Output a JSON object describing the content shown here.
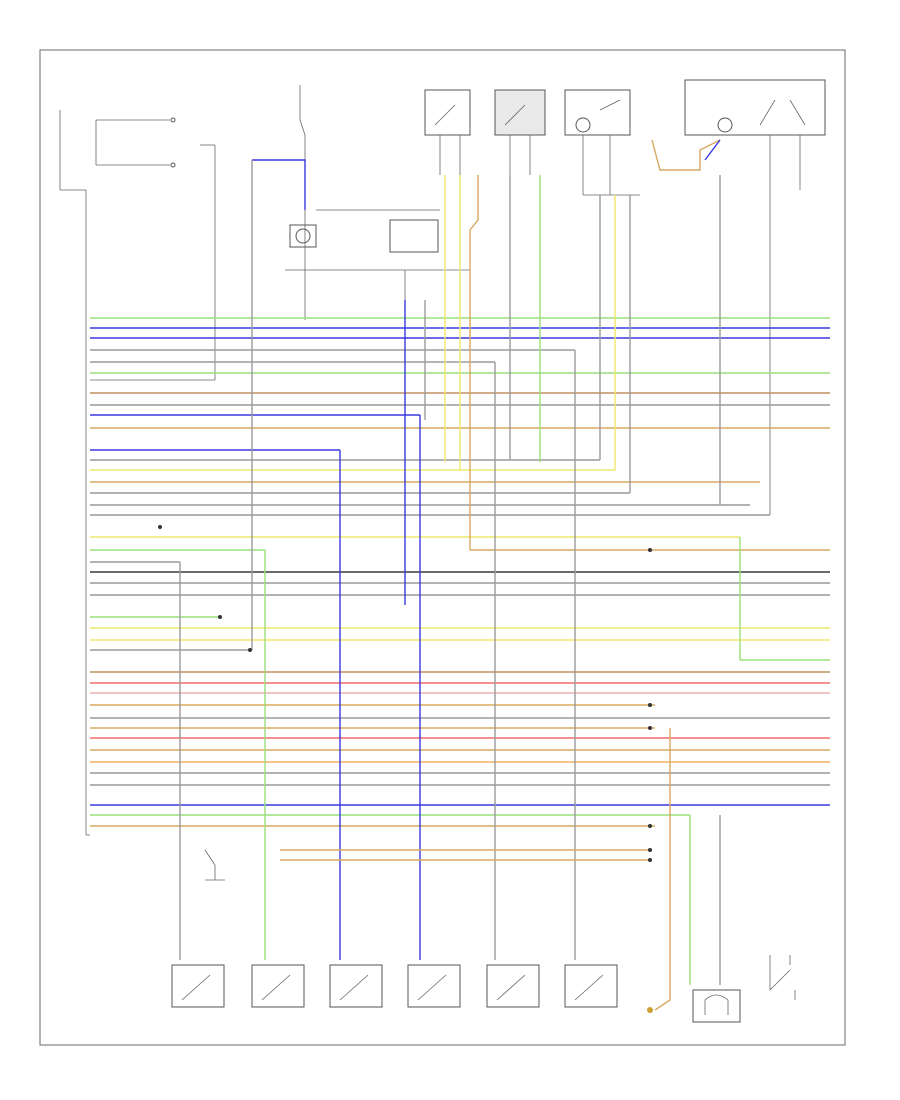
{
  "diagram": {
    "page_label": "",
    "colors": {
      "black": "#3a3a3a",
      "blue": "#3a3adf",
      "green": "#9adf7a",
      "yellow": "#efe86a",
      "grey": "#9a9a9a",
      "tan": "#d8a860",
      "brown": "#c09060",
      "red": "#ef6a6a",
      "pink": "#efb0b0",
      "purple": "#7a5acf",
      "orange": "#efb060"
    },
    "components": [
      {
        "id": "power-door-lock-switch-top-right",
        "icon": "switch-icon"
      },
      {
        "id": "driver-door-lock-switch-top-left",
        "icon": "switch-icon"
      },
      {
        "id": "door-lock-switch-top-middle",
        "icon": "switch-icon"
      },
      {
        "id": "door-lock-motor-top-right",
        "icon": "motor-icon"
      },
      {
        "id": "power-door-lock-switch-right-motor",
        "icon": "motor-icon"
      },
      {
        "id": "ignition-switch-top",
        "icon": "switch-icon"
      },
      {
        "id": "bottom-switch-1",
        "icon": "switch-icon"
      },
      {
        "id": "bottom-switch-2",
        "icon": "switch-icon"
      },
      {
        "id": "bottom-switch-3",
        "icon": "switch-icon"
      },
      {
        "id": "bottom-switch-4",
        "icon": "switch-icon"
      },
      {
        "id": "bottom-switch-5",
        "icon": "switch-icon"
      },
      {
        "id": "bottom-switch-6",
        "icon": "switch-icon"
      },
      {
        "id": "bottom-ground-connector",
        "icon": "ground-icon"
      },
      {
        "id": "bottom-lock-solenoid",
        "icon": "solenoid-icon"
      },
      {
        "id": "bottom-right-switch",
        "icon": "switch-icon"
      }
    ]
  }
}
